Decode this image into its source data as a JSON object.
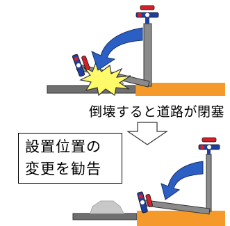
{
  "caption": "倒壊すると道路が閉塞",
  "advice_box": {
    "line1": "設置位置の",
    "line2": "変更を勧告"
  },
  "colors": {
    "road": "#6f6f6f",
    "ground": "#f59a2a",
    "pole": "#8a8a8a",
    "arrow": "#2c5fc4",
    "car": "#c8c8c8",
    "light_red": "#d4202a",
    "light_blue": "#1f3f9e",
    "burst": "#fffa6a"
  },
  "icons": {
    "collapse_arrow": "curved-arrow-icon",
    "down_arrow": "down-arrow-icon",
    "crash": "explosion-burst-icon"
  }
}
